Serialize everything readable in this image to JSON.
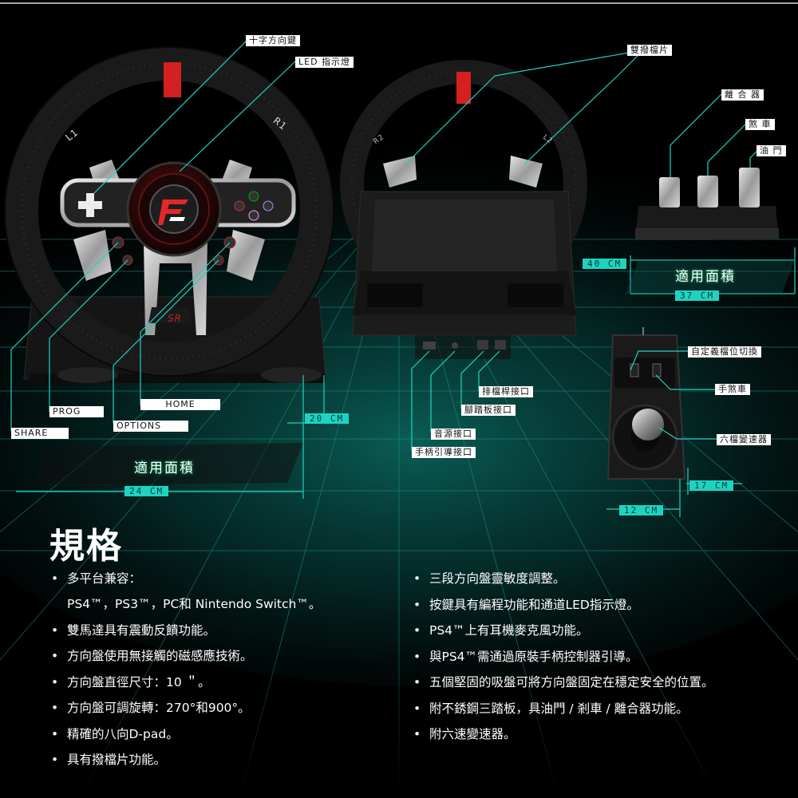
{
  "callouts": {
    "dpad": "十字方向鍵",
    "led": "LED 指示燈",
    "paddles": "雙撥檔片",
    "clutch": "離 合 器",
    "brake": "煞 車",
    "throttle": "油 門",
    "home": "HOME",
    "prog": "PROG",
    "share": "SHARE",
    "options": "OPTIONS",
    "shifter_port": "排檔桿接口",
    "pedal_port": "腳踏板接口",
    "audio_port": "音源接口",
    "controller_port": "手柄引導接口",
    "custom_switch": "自定義檔位切換",
    "handbrake": "手煞車",
    "six_speed": "六檔變速器"
  },
  "dimensions": {
    "pedal_width": "40 CM",
    "pedal_depth": "37 CM",
    "wheel_depth": "20 CM",
    "wheel_width": "24 CM",
    "shifter_height": "17 CM",
    "shifter_width": "12 CM"
  },
  "area_labels": {
    "wheel": "適用面積",
    "pedal": "適用面積"
  },
  "wheel_buttons": {
    "left_paddle": "L1",
    "right_paddle": "R1",
    "rear_left": "R2",
    "rear_right": "L2",
    "logo_text": "SR"
  },
  "specs": {
    "title": "規格",
    "left": [
      {
        "line1": "多平台兼容：",
        "line2": "PS4™，PS3™，PC和 Nintendo Switch™。"
      },
      {
        "line1": "雙馬達具有震動反饋功能。"
      },
      {
        "line1": "方向盤使用無接觸的磁感應技術。"
      },
      {
        "line1": "方向盤直徑尺寸：10 ＂。"
      },
      {
        "line1": "方向盤可調旋轉：270°和900°。"
      },
      {
        "line1": "精確的八向D-pad。"
      },
      {
        "line1": "具有撥檔片功能。"
      }
    ],
    "right": [
      {
        "line1": "三段方向盤靈敏度調整。"
      },
      {
        "line1": "按鍵具有編程功能和通道LED指示燈。"
      },
      {
        "line1": "PS4™上有耳機麥克風功能。"
      },
      {
        "line1": "與PS4™需通過原裝手柄控制器引導。"
      },
      {
        "line1": "五個堅固的吸盤可將方向盤固定在穩定安全的位置。"
      },
      {
        "line1": "附不銹鋼三踏板，具油門 / 剎車 / 離合器功能。"
      },
      {
        "line1": "附六速變速器。"
      }
    ]
  },
  "colors": {
    "accent": "#1dd4c2",
    "wheel_red": "#d42020",
    "background": "#000000"
  }
}
